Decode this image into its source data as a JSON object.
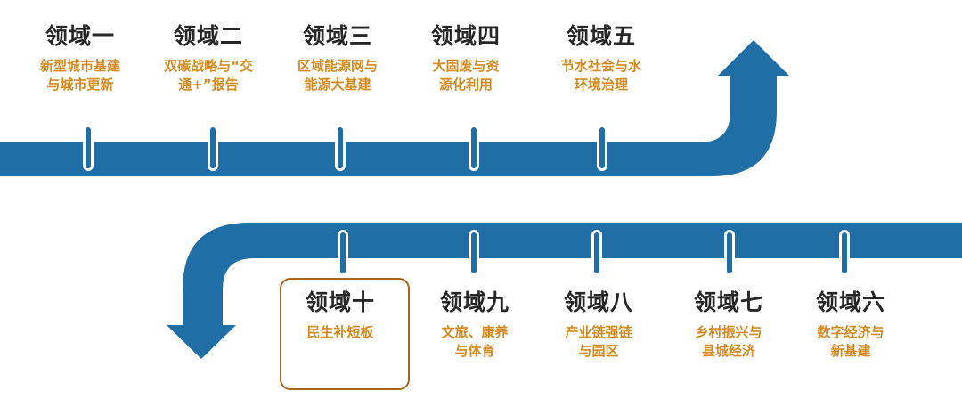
{
  "colors": {
    "band": "#1f6fa6",
    "title": "#262626",
    "sub": "#d48a1f",
    "highlight_border": "#a7661e"
  },
  "nodes": [
    {
      "title": "领域一",
      "line1": "新型城市基建",
      "line2": "与城市更新"
    },
    {
      "title": "领域二",
      "line1": "双碳战略与“交",
      "line2": "通+”报告"
    },
    {
      "title": "领域三",
      "line1": "区域能源网与",
      "line2": "能源大基建"
    },
    {
      "title": "领域四",
      "line1": "大固废与资",
      "line2": "源化利用"
    },
    {
      "title": "领域五",
      "line1": "节水社会与水",
      "line2": "环境治理"
    },
    {
      "title": "领域六",
      "line1": "数字经济与",
      "line2": "新基建"
    },
    {
      "title": "领域七",
      "line1": "乡村振兴与",
      "line2": "县城经济"
    },
    {
      "title": "领域八",
      "line1": "产业链强链",
      "line2": "与园区"
    },
    {
      "title": "领域九",
      "line1": "文旅、康养",
      "line2": "与体育"
    },
    {
      "title": "领域十",
      "line1": "民生补短板",
      "line2": ""
    }
  ]
}
